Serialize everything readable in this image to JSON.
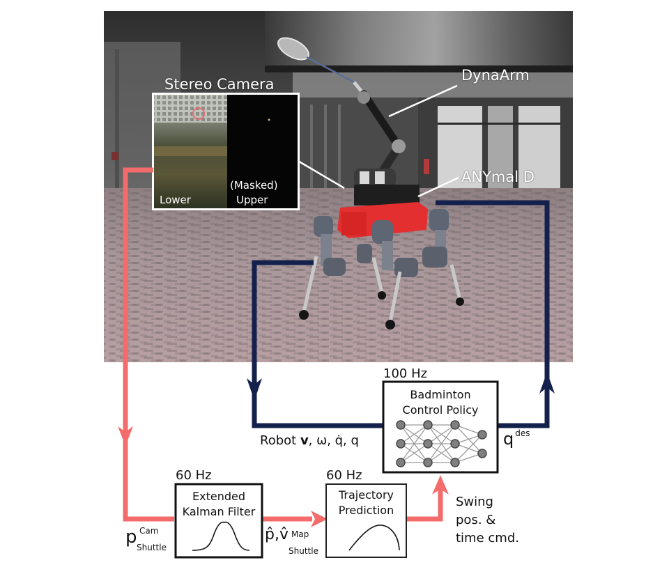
{
  "figure": {
    "photo": {
      "labels": {
        "stereo_camera": "Stereo Camera",
        "dynaarm": "DynaArm",
        "anymal": "ANYmal D"
      },
      "inset": {
        "left_label": "Lower",
        "right_label_line1": "(Masked)",
        "right_label_line2": "Upper"
      }
    },
    "blocks": {
      "control_policy": {
        "rate": "100 Hz",
        "title_line1": "Badminton",
        "title_line2": "Control Policy"
      },
      "ekf": {
        "rate": "60 Hz",
        "title_line1": "Extended",
        "title_line2": "Kalman Filter"
      },
      "trajectory": {
        "rate": "60 Hz",
        "title_line1": "Trajectory",
        "title_line2": "Prediction"
      }
    },
    "signals": {
      "robot_state": {
        "prefix": "Robot ",
        "v": "v",
        "rest": ", ω, q̇, q"
      },
      "q_des": {
        "base": "q",
        "sup": "des"
      },
      "p_cam": {
        "base": "p",
        "sup": "Cam",
        "sub": "Shuttle"
      },
      "pv_map": {
        "base": "p̂,v̂",
        "sup": "Map",
        "sub": "Shuttle"
      },
      "swing_cmd": {
        "line1": "Swing",
        "line2": "pos. &",
        "line3": "time cmd."
      }
    },
    "colors": {
      "perception_arrow": "#f46b6b",
      "control_loop": "#14214d",
      "box_border": "#111111",
      "nn_node": "#808080",
      "nn_edge": "#9a9a9a"
    }
  }
}
